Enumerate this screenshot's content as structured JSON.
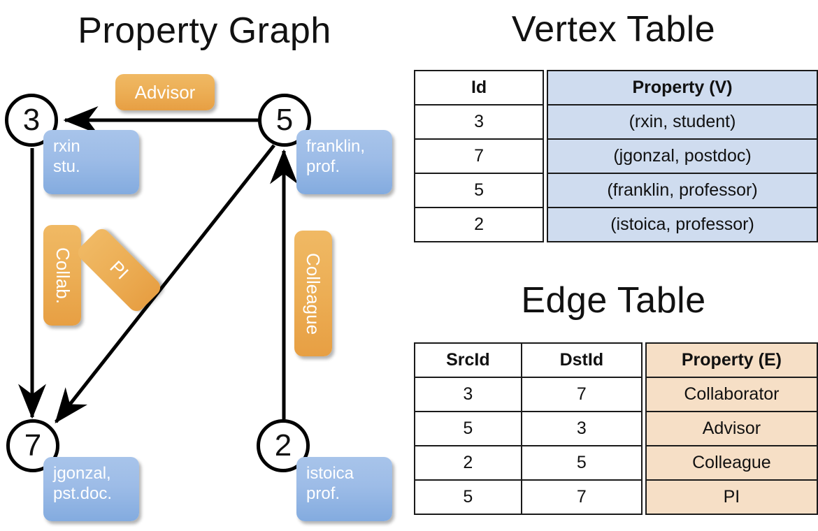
{
  "titles": {
    "property_graph": "Property Graph",
    "vertex_table": "Vertex Table",
    "edge_table": "Edge Table"
  },
  "graph": {
    "nodes": [
      {
        "id": "3",
        "label": "3",
        "property_line1": "rxin",
        "property_line2": "stu."
      },
      {
        "id": "5",
        "label": "5",
        "property_line1": "franklin,",
        "property_line2": "prof."
      },
      {
        "id": "7",
        "label": "7",
        "property_line1": "jgonzal,",
        "property_line2": "pst.doc."
      },
      {
        "id": "2",
        "label": "2",
        "property_line1": "istoica",
        "property_line2": "prof."
      }
    ],
    "edge_labels": [
      {
        "name": "advisor",
        "text": "Advisor"
      },
      {
        "name": "collab",
        "text": "Collab."
      },
      {
        "name": "pi",
        "text": "PI"
      },
      {
        "name": "colleague",
        "text": "Colleague"
      }
    ]
  },
  "vertex_table": {
    "headers": [
      "Id",
      "Property (V)"
    ],
    "rows": [
      {
        "id": "3",
        "property": "(rxin, student)"
      },
      {
        "id": "7",
        "property": "(jgonzal, postdoc)"
      },
      {
        "id": "5",
        "property": "(franklin, professor)"
      },
      {
        "id": "2",
        "property": "(istoica, professor)"
      }
    ]
  },
  "edge_table": {
    "headers": [
      "SrcId",
      "DstId",
      "Property (E)"
    ],
    "rows": [
      {
        "src": "3",
        "dst": "7",
        "property": "Collaborator"
      },
      {
        "src": "5",
        "dst": "3",
        "property": "Advisor"
      },
      {
        "src": "2",
        "dst": "5",
        "property": "Colleague"
      },
      {
        "src": "5",
        "dst": "7",
        "property": "PI"
      }
    ]
  },
  "colors": {
    "vertex_property_fill": "#cfdcef",
    "edge_property_fill": "#f6dfc6",
    "node_box_blue": "#9dbce7",
    "edge_label_orange": "#ecae55",
    "stroke": "#000000"
  }
}
